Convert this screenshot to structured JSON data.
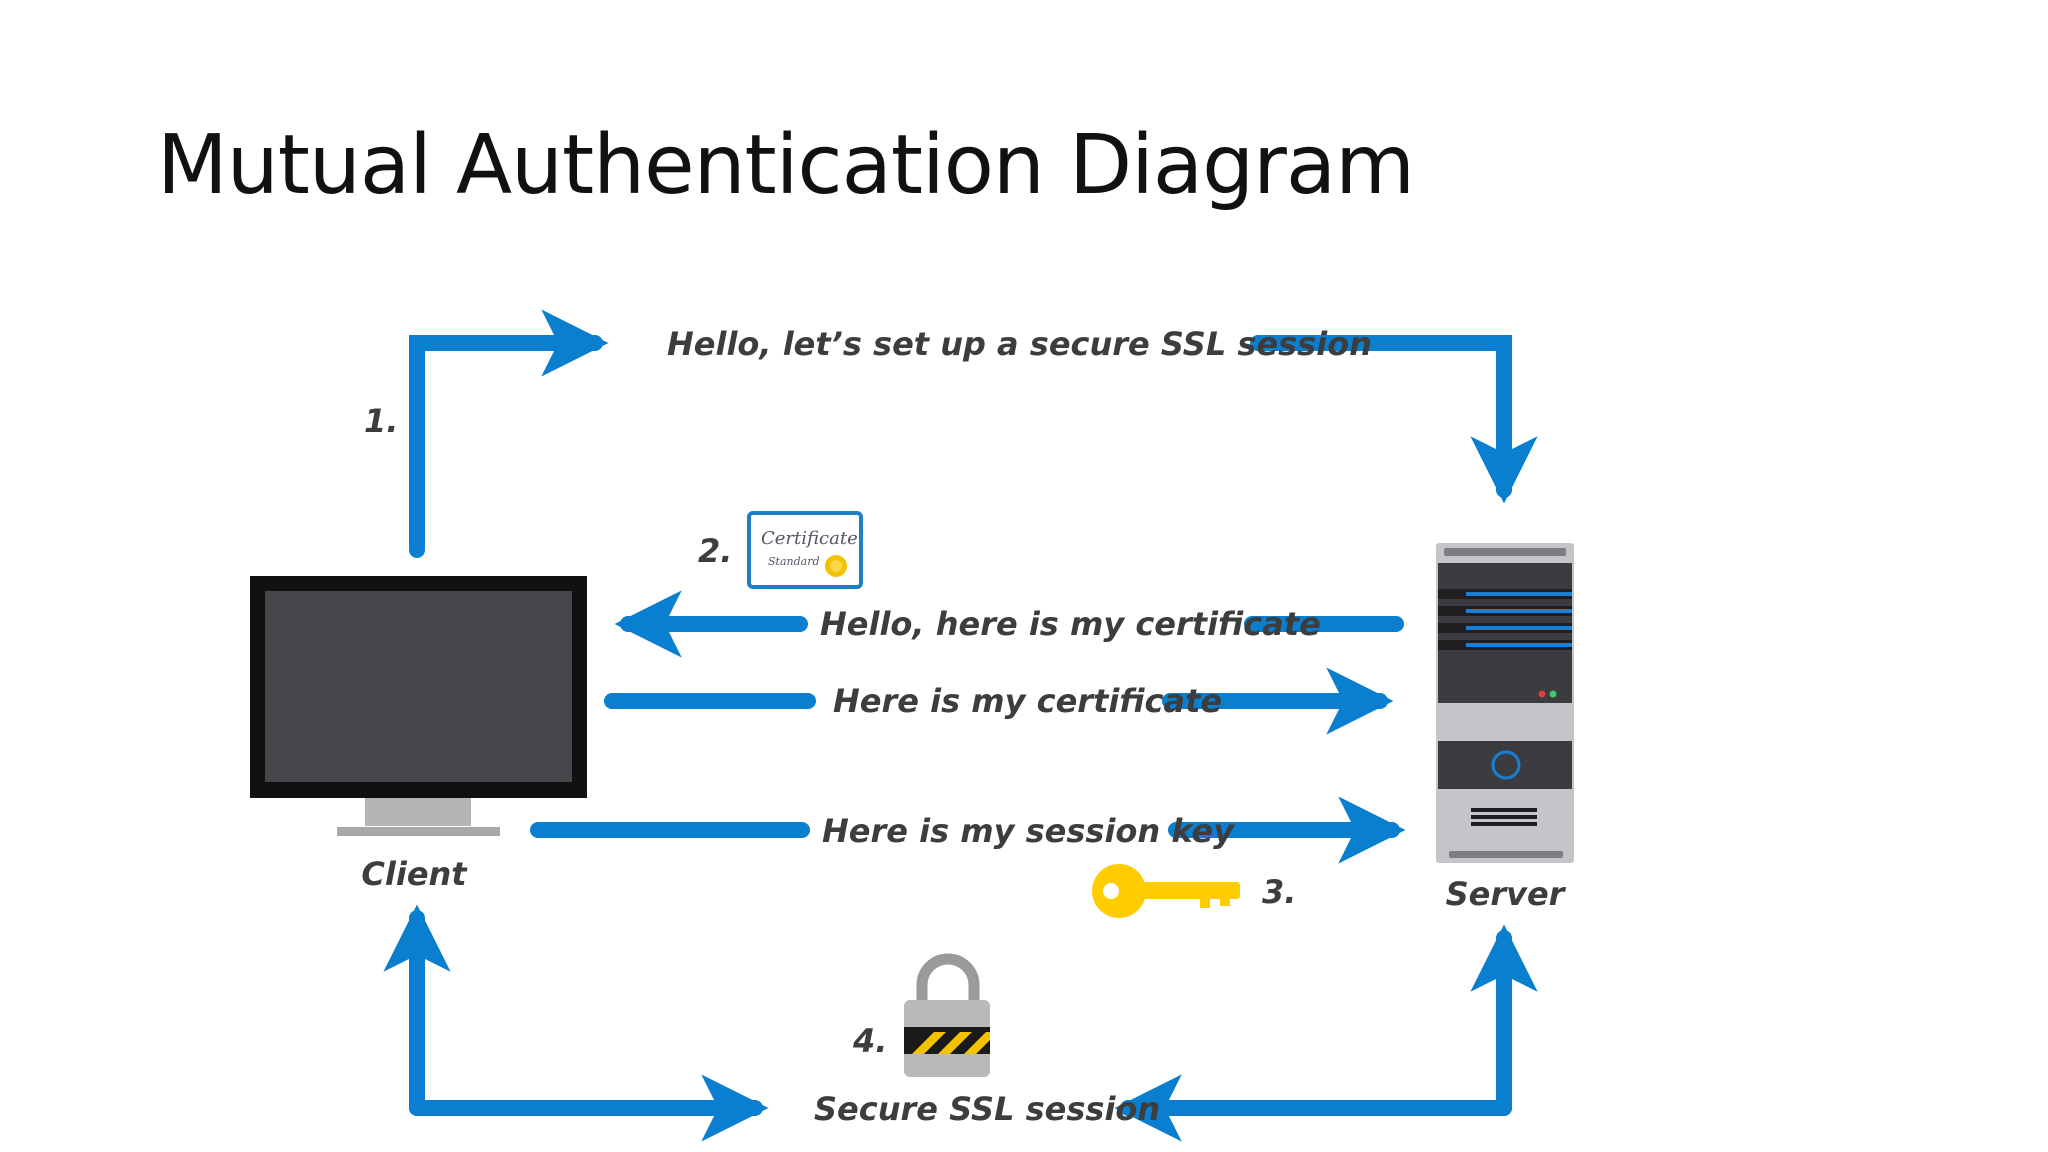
{
  "title": "Mutual Authentication Diagram",
  "colors": {
    "arrow": "#0a7fd0",
    "key": "#ffcc00",
    "text": "#3d3d3d"
  },
  "nodes": {
    "client": "Client",
    "server": "Server"
  },
  "steps": {
    "s1": "1.",
    "s2": "2.",
    "s3": "3.",
    "s4": "4."
  },
  "messages": {
    "hello": "Hello, let’s set up a secure SSL session",
    "server_cert": "Hello, here is my certificate",
    "client_cert": "Here is my certificate",
    "session_key": "Here is my session key",
    "secure": "Secure SSL session"
  },
  "certificate": {
    "line1": "Certificate",
    "line2": "Standard"
  },
  "icons": [
    "monitor-icon",
    "server-icon",
    "certificate-icon",
    "key-icon",
    "padlock-icon"
  ]
}
